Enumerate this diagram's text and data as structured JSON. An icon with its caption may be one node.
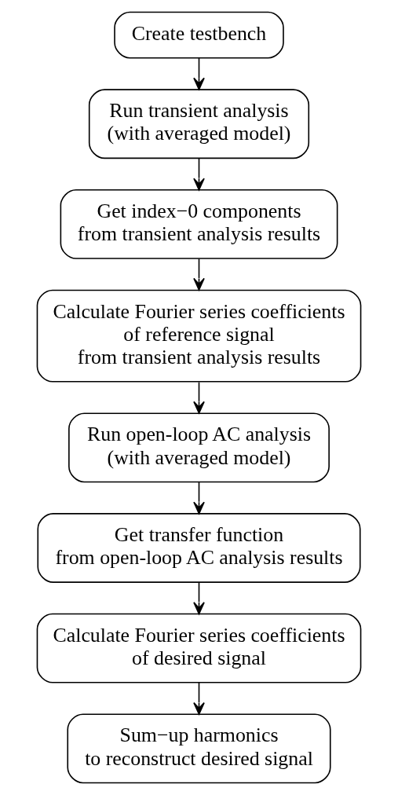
{
  "diagram": {
    "nodes": [
      {
        "text": [
          "Create testbench"
        ]
      },
      {
        "text": [
          "Run transient analysis",
          "(with averaged model)"
        ]
      },
      {
        "text": [
          "Get index−0 components",
          "from transient analysis results"
        ]
      },
      {
        "text": [
          "Calculate Fourier series coefficients",
          "of reference signal",
          "from transient analysis results"
        ]
      },
      {
        "text": [
          "Run open-loop AC analysis",
          "(with averaged model)"
        ]
      },
      {
        "text": [
          "Get transfer function",
          "from open-loop AC analysis results"
        ]
      },
      {
        "text": [
          "Calculate Fourier series coefficients",
          "of desired signal"
        ]
      },
      {
        "text": [
          "Sum−up harmonics",
          "to reconstruct desired signal"
        ]
      }
    ],
    "edges": [
      {
        "from": 0,
        "to": 1,
        "arrow": "to"
      },
      {
        "from": 1,
        "to": 2,
        "arrow": "to"
      },
      {
        "from": 2,
        "to": 3,
        "arrow": "to"
      },
      {
        "from": 3,
        "to": 4,
        "arrow": "to"
      },
      {
        "from": 4,
        "to": 5,
        "arrow": "to"
      },
      {
        "from": 5,
        "to": 6,
        "arrow": "to"
      },
      {
        "from": 6,
        "to": 7,
        "arrow": "to"
      }
    ]
  }
}
